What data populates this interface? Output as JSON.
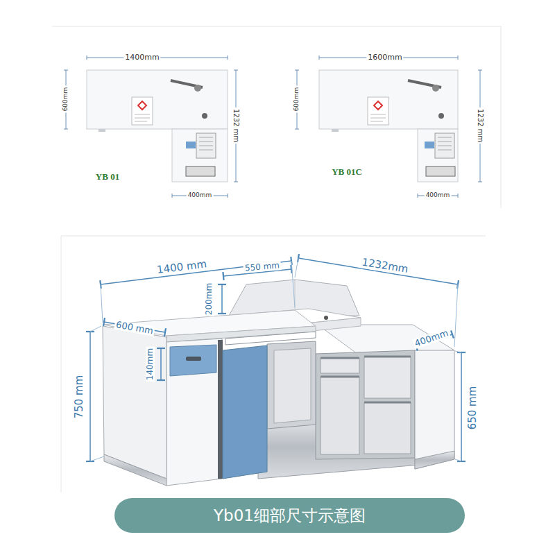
{
  "diagram": {
    "caption": "Yb01细部尺寸示意图",
    "labels": [
      "1400mm",
      "600mm",
      "1232 mm",
      "400mm",
      "YB 01",
      "1600mm",
      "600mm",
      "1232 mm",
      "400mm",
      "YB 01C",
      "1400 mm",
      "550 mm",
      "1232mm",
      "200mm",
      "600 mm",
      "140mm",
      "750 mm",
      "400mm",
      "650 mm"
    ]
  }
}
